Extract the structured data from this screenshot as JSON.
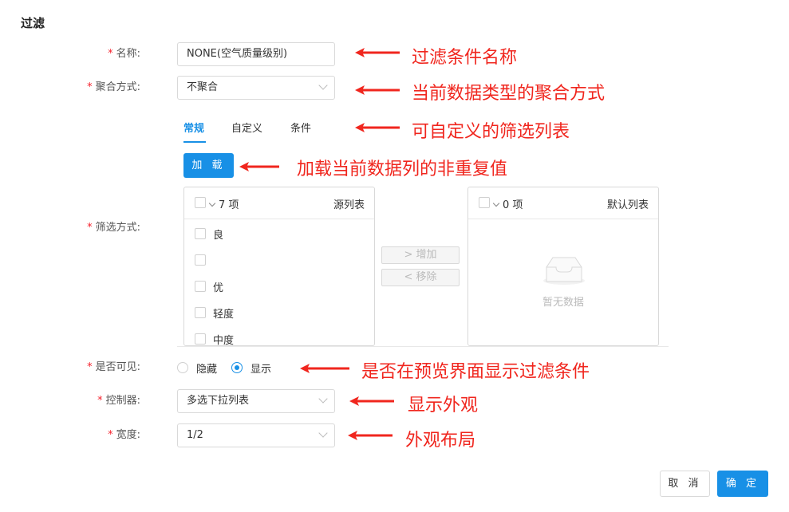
{
  "title": "过滤",
  "form": {
    "name": {
      "label": "名称:",
      "value": "NONE(空气质量级别)"
    },
    "aggregation": {
      "label": "聚合方式:",
      "value": "不聚合"
    },
    "filter_mode": {
      "label": "筛选方式:"
    },
    "visible": {
      "label": "是否可见:",
      "options": [
        "隐藏",
        "显示"
      ],
      "selected": "显示"
    },
    "controller": {
      "label": "控制器:",
      "value": "多选下拉列表"
    },
    "width": {
      "label": "宽度:",
      "value": "1/2"
    }
  },
  "tabs": [
    {
      "label": "常规",
      "active": true
    },
    {
      "label": "自定义",
      "active": false
    },
    {
      "label": "条件",
      "active": false
    }
  ],
  "load_button": "加 载",
  "transfer": {
    "source": {
      "count": "7 项",
      "title": "源列表",
      "items": [
        "良",
        "",
        "优",
        "轻度",
        "中度"
      ]
    },
    "target": {
      "count": "0 项",
      "title": "默认列表",
      "empty_text": "暂无数据"
    },
    "add_button": "> 增加",
    "remove_button": "< 移除"
  },
  "footer": {
    "cancel": "取 消",
    "confirm": "确 定"
  },
  "annotations": {
    "name": "过滤条件名称",
    "aggregation": "当前数据类型的聚合方式",
    "tabs": "可自定义的筛选列表",
    "load": "加载当前数据列的非重复值",
    "visible": "是否在预览界面显示过滤条件",
    "controller": "显示外观",
    "width": "外观布局"
  },
  "colors": {
    "primary": "#1890e6",
    "required": "#f5222d",
    "annotation": "#f0261e"
  }
}
